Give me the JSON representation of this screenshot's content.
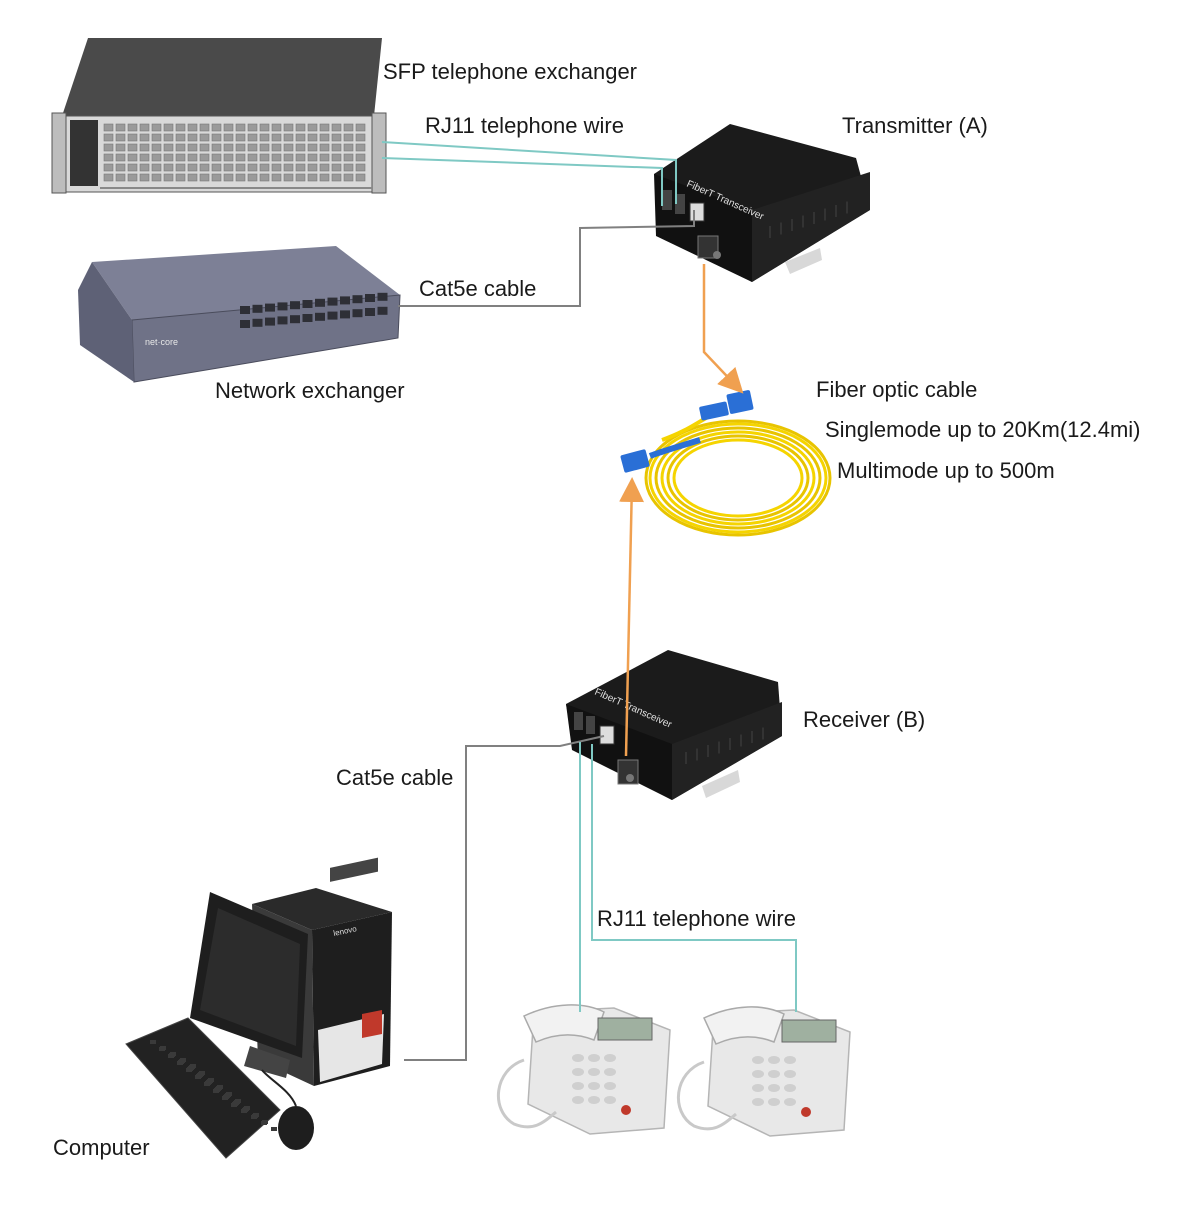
{
  "labels": {
    "sfp_exchanger": "SFP telephone exchanger",
    "rj11_top": "RJ11 telephone wire",
    "transmitter": "Transmitter (A)",
    "cat5e_top": "Cat5e cable",
    "network_exchanger": "Network exchanger",
    "fiber_title": "Fiber optic cable",
    "singlemode": "Singlemode up to 20Km(12.4mi)",
    "multimode": "Multimode up to 500m",
    "receiver": "Receiver (B)",
    "cat5e_bottom": "Cat5e cable",
    "rj11_bottom": "RJ11 telephone wire",
    "computer": "Computer"
  },
  "devices": {
    "transmitter_face_text": "FiberT Transceiver",
    "receiver_face_text": "FiberT Transceiver",
    "switch_brand": "net·core",
    "pc_brand": "lenovo"
  },
  "colors": {
    "rj11_wire": "#7fc9c4",
    "cat5e_cable": "#808080",
    "fiber_arrow": "#f0a050",
    "fiber_cable": "#f5d400",
    "sc_connector": "#2a6fd6",
    "device_black": "#1b1b1b",
    "switch_grey": "#6f7287"
  }
}
